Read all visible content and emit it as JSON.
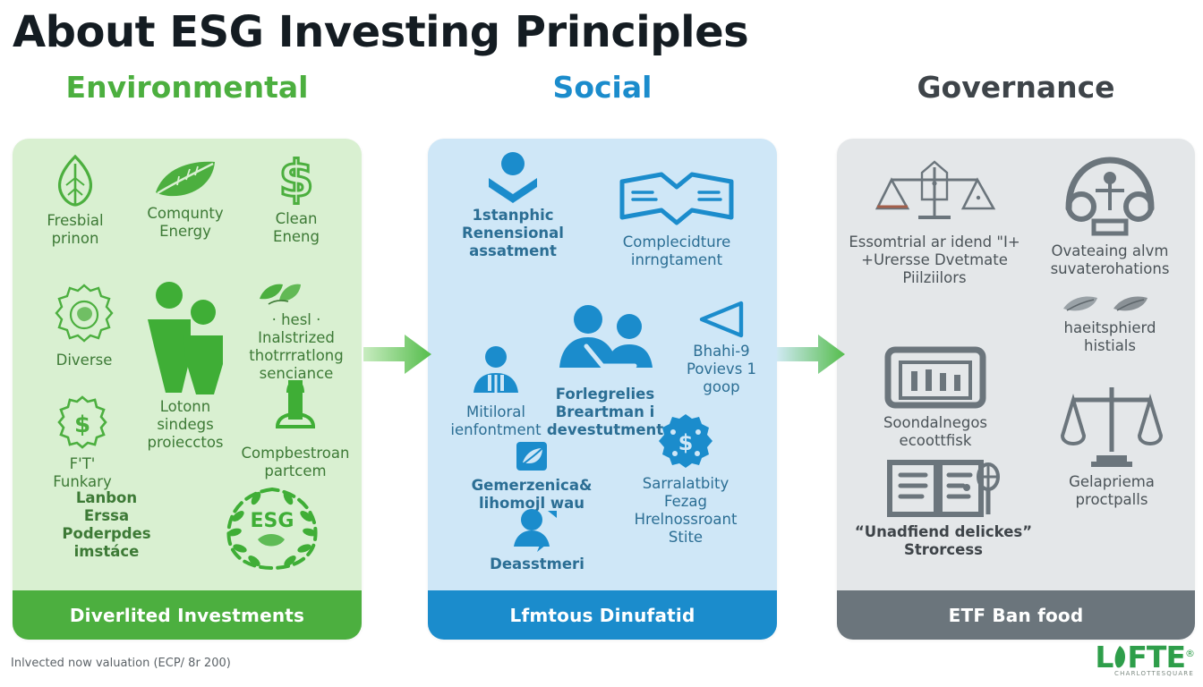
{
  "title": "About ESG Investing Principles",
  "columns": [
    {
      "key": "environmental",
      "header": "Environmental",
      "accent": "#4caf3f",
      "card_bg": "#d9f0d1",
      "footer": "Diverlited Investments",
      "items": [
        {
          "icon": "leaf-outline-icon",
          "label": "Fresbial\nprinon"
        },
        {
          "icon": "leaf-filled-icon",
          "label": "Comqunty\nEnergy"
        },
        {
          "icon": "dollar-sign-icon",
          "label": "Clean\nEneng"
        },
        {
          "icon": "globe-gear-icon",
          "label": "Diverse"
        },
        {
          "icon": "two-people-icon",
          "label": "Lotonn\nsindegs\nproiecctos"
        },
        {
          "icon": "leaf-cluster-icon",
          "label": "· hesl ·\nInalstrized\nthotrrratlong\nsenciance"
        },
        {
          "icon": "dollar-gear-icon",
          "label": "F'T'\nFunkary"
        },
        {
          "icon": "tree-icon",
          "label": "Compbestroan\npartcem"
        },
        {
          "icon": "carbon-text-icon",
          "label": "Lanbon\nErssa\nPoderpdes\nimstáce"
        },
        {
          "icon": "laurel-wreath-icon",
          "label": ""
        }
      ]
    },
    {
      "key": "social",
      "header": "Social",
      "accent": "#1b8ccc",
      "card_bg": "#cfe7f7",
      "footer": "Lfmtous Dinufatid",
      "items": [
        {
          "icon": "person-chevron-icon",
          "label": "1stanphic\nRenensional\nassatment",
          "bold_first": true
        },
        {
          "icon": "open-book-icon",
          "label": "Complecidture\ninrngtament"
        },
        {
          "icon": "worker-person-icon",
          "label": "Mitiloral\nienfontment"
        },
        {
          "icon": "two-people-desk-icon",
          "label": "Forlegrelies\nBreartman i\ndevestutment",
          "bold_first": true
        },
        {
          "icon": "play-triangle-icon",
          "label": "Bhahi-9\nPovievs 1\ngoop"
        },
        {
          "icon": "leaf-square-icon",
          "label": "Gemerzenica&\nlihomojl wau",
          "bold_first": true
        },
        {
          "icon": "gear-dollar-icon",
          "label": "Sarralatbity\nFezag\nHrelnossroant\nStite"
        },
        {
          "icon": "person-speech-icon",
          "label": "Deasstmeri",
          "bold_first": true
        }
      ]
    },
    {
      "key": "governance",
      "header": "Governance",
      "accent": "#6b757c",
      "card_bg": "#e4e7e9",
      "footer": "ETF Ban food",
      "items": [
        {
          "icon": "balance-scale-icon",
          "label": "Essomtrial ar idend \"I+\n+Urersse Dvetmate\nPiilziilors"
        },
        {
          "icon": "arch-person-icon",
          "label": "Ovateaing alvm\nsuvaterohations"
        },
        {
          "icon": "bank-building-icon",
          "label": "Soondalnegos\necoottfisk"
        },
        {
          "icon": "two-leaves-icon",
          "label": "haeitsphierd\nhistials"
        },
        {
          "icon": "justice-scale-icon",
          "label": "Gelapriema\nproctpalls"
        },
        {
          "icon": "document-audit-icon",
          "label": "“Unadfiend delickes”\nStrorcess",
          "bold": true
        }
      ]
    }
  ],
  "arrows": [
    {
      "name": "arrow-env-to-social",
      "from": "#9fdc92",
      "to": "#63c35a"
    },
    {
      "name": "arrow-social-to-gov",
      "from": "#bfe6f0",
      "to": "#63c35a"
    }
  ],
  "footnote": "Inlvected now valuation (ECP/ 8r 200)",
  "logo": {
    "mark": "L",
    "mark_rest": "FTE",
    "registered": "®",
    "tagline": "CHARLOTTESQUARE"
  }
}
